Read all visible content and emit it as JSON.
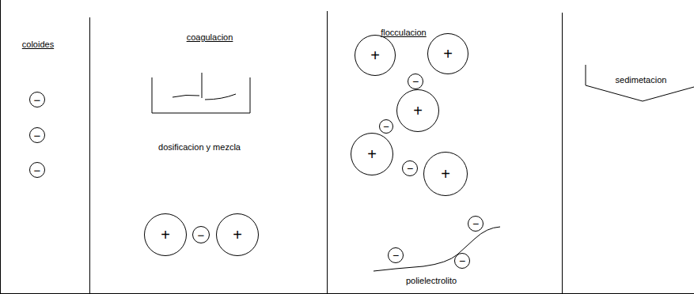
{
  "diagram": {
    "nodes": [
      {
        "text": [
          "−"
        ]
      },
      {
        "text": [
          "−"
        ]
      },
      {
        "text": [
          "−"
        ]
      },
      {
        "text": [
          "+"
        ]
      },
      {
        "text": [
          "−"
        ]
      },
      {
        "text": [
          "+"
        ]
      },
      {
        "text": [
          "+"
        ]
      },
      {
        "text": [
          "+"
        ]
      },
      {
        "text": [
          "−"
        ]
      },
      {
        "text": [
          "+"
        ]
      },
      {
        "text": [
          "−"
        ]
      },
      {
        "text": [
          "+"
        ]
      },
      {
        "text": [
          "−"
        ]
      },
      {
        "text": [
          "+"
        ]
      },
      {
        "text": [
          "−"
        ]
      },
      {
        "text": [
          "−"
        ]
      },
      {
        "text": [
          "−"
        ]
      }
    ],
    "edges": [],
    "labels": [
      "coloides",
      "coagulacion",
      "flocculacion",
      "dosificacion y mezcla",
      "sedimetacion",
      "polielectrolito"
    ]
  }
}
